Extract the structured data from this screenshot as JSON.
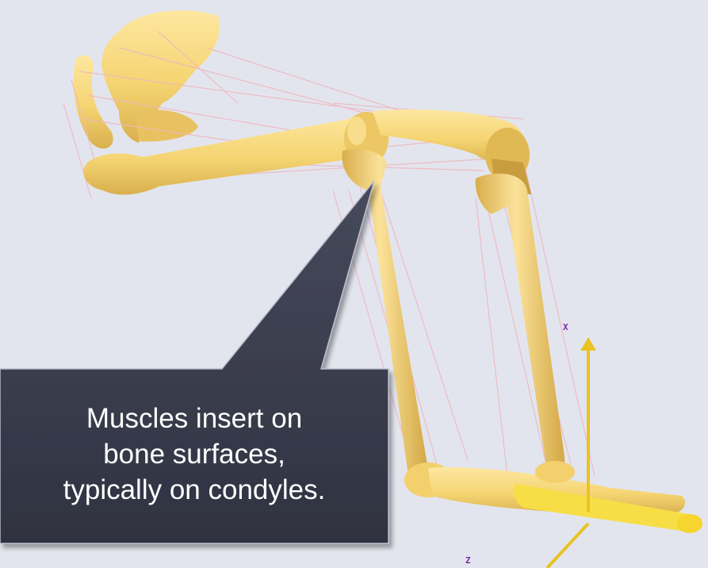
{
  "callout": {
    "lines": [
      "Muscles insert on",
      "bone surfaces,",
      "typically on condyles."
    ]
  },
  "axes": {
    "x_label": "X",
    "z_label": "Z",
    "color": "#7a2aa8"
  },
  "colors": {
    "background": "#e3e5ee",
    "bone": "#f9d97c",
    "bone_shadow": "#c9a242",
    "muscle": "#efb7bf",
    "axis_arrow": "#e9c321",
    "callout_fill": "#3d4050"
  }
}
